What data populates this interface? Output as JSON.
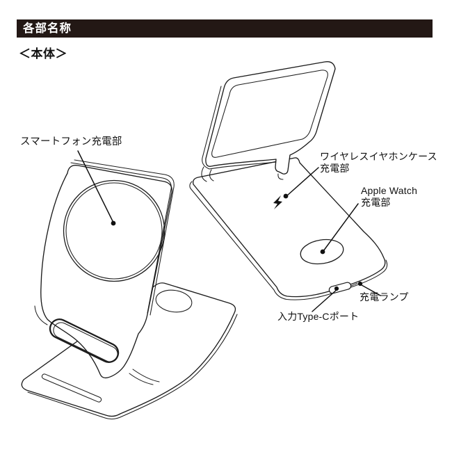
{
  "header": {
    "title": "各部名称"
  },
  "subtitle": "＜本体＞",
  "labels": {
    "smartphone": "スマートフォン充電部",
    "earphone": [
      "ワイヤレスイヤホンケース",
      "充電部"
    ],
    "apple_watch": [
      "Apple Watch",
      "充電部"
    ],
    "charge_lamp": "充電ランプ",
    "input_typec": "入力Type-Cポート"
  },
  "icons": {
    "charging_bolt": "lightning-icon"
  },
  "colors": {
    "header_bg": "#231815",
    "header_text": "#ffffff",
    "line_art": "#1c1c1c",
    "background": "#ffffff"
  }
}
